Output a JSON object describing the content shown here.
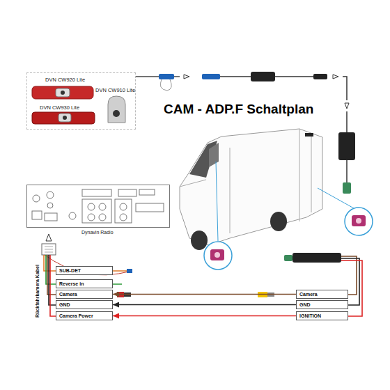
{
  "diagram": {
    "title": "CAM - ADP.F Schaltplan",
    "nodes": [
      {
        "text": [
          "DVN CW920 Lite",
          "DVN CW910 Lite",
          "DVN CW930 Lite"
        ]
      },
      {
        "text": [
          "Dynavin Radio"
        ]
      },
      {
        "text": [
          "SUB-DET"
        ]
      },
      {
        "text": [
          "Reverse in"
        ]
      },
      {
        "text": [
          "Camera"
        ]
      },
      {
        "text": [
          "GND"
        ]
      },
      {
        "text": [
          "Camera Power"
        ]
      },
      {
        "text": [
          "Camera"
        ]
      },
      {
        "text": [
          "GND"
        ]
      },
      {
        "text": [
          "IGNITION"
        ]
      }
    ],
    "edges": [
      {
        "from": 7,
        "to": 4,
        "arrow": "to"
      },
      {
        "from": 8,
        "to": 5,
        "arrow": "to"
      },
      {
        "from": 9,
        "to": 6,
        "arrow": "to"
      }
    ],
    "labels": [
      "Rückfahrkamera Kabel"
    ]
  }
}
